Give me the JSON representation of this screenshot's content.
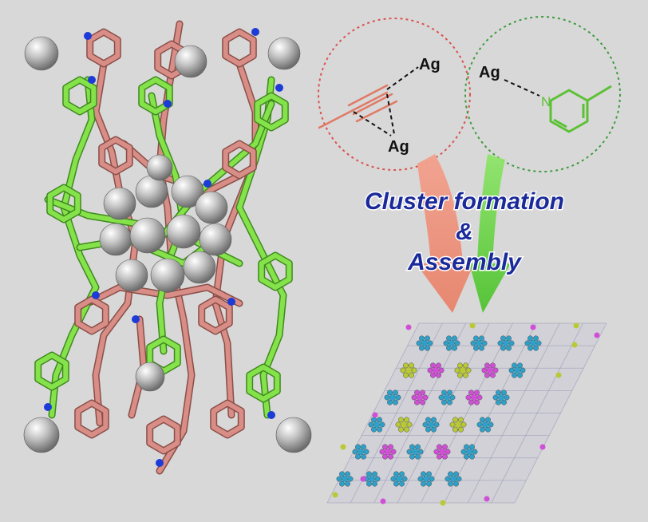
{
  "labels": {
    "ag_top": "Ag",
    "ag_bottom": "Ag",
    "ag_right": "Ag",
    "nitrogen": "N"
  },
  "title": {
    "line1": "Cluster formation",
    "line2": "&",
    "line3": "Assembly"
  },
  "colors": {
    "background": "#d8d8d8",
    "alkyne_ligand": "#e07a66",
    "pyridine_ligand": "#6ccf3a",
    "framework_pink": "#d88e86",
    "framework_green": "#86e24a",
    "nitrogen": "#1d3bd6",
    "silver_atom": "#b8b8b8",
    "circle_left": "#d9534f",
    "circle_right": "#3f9b3f",
    "arrow_left": "#ef8f78",
    "arrow_right": "#6ed84a",
    "lattice_blue": "#2fa0c8",
    "lattice_magenta": "#d14fd6",
    "lattice_yellow": "#b9c936"
  }
}
